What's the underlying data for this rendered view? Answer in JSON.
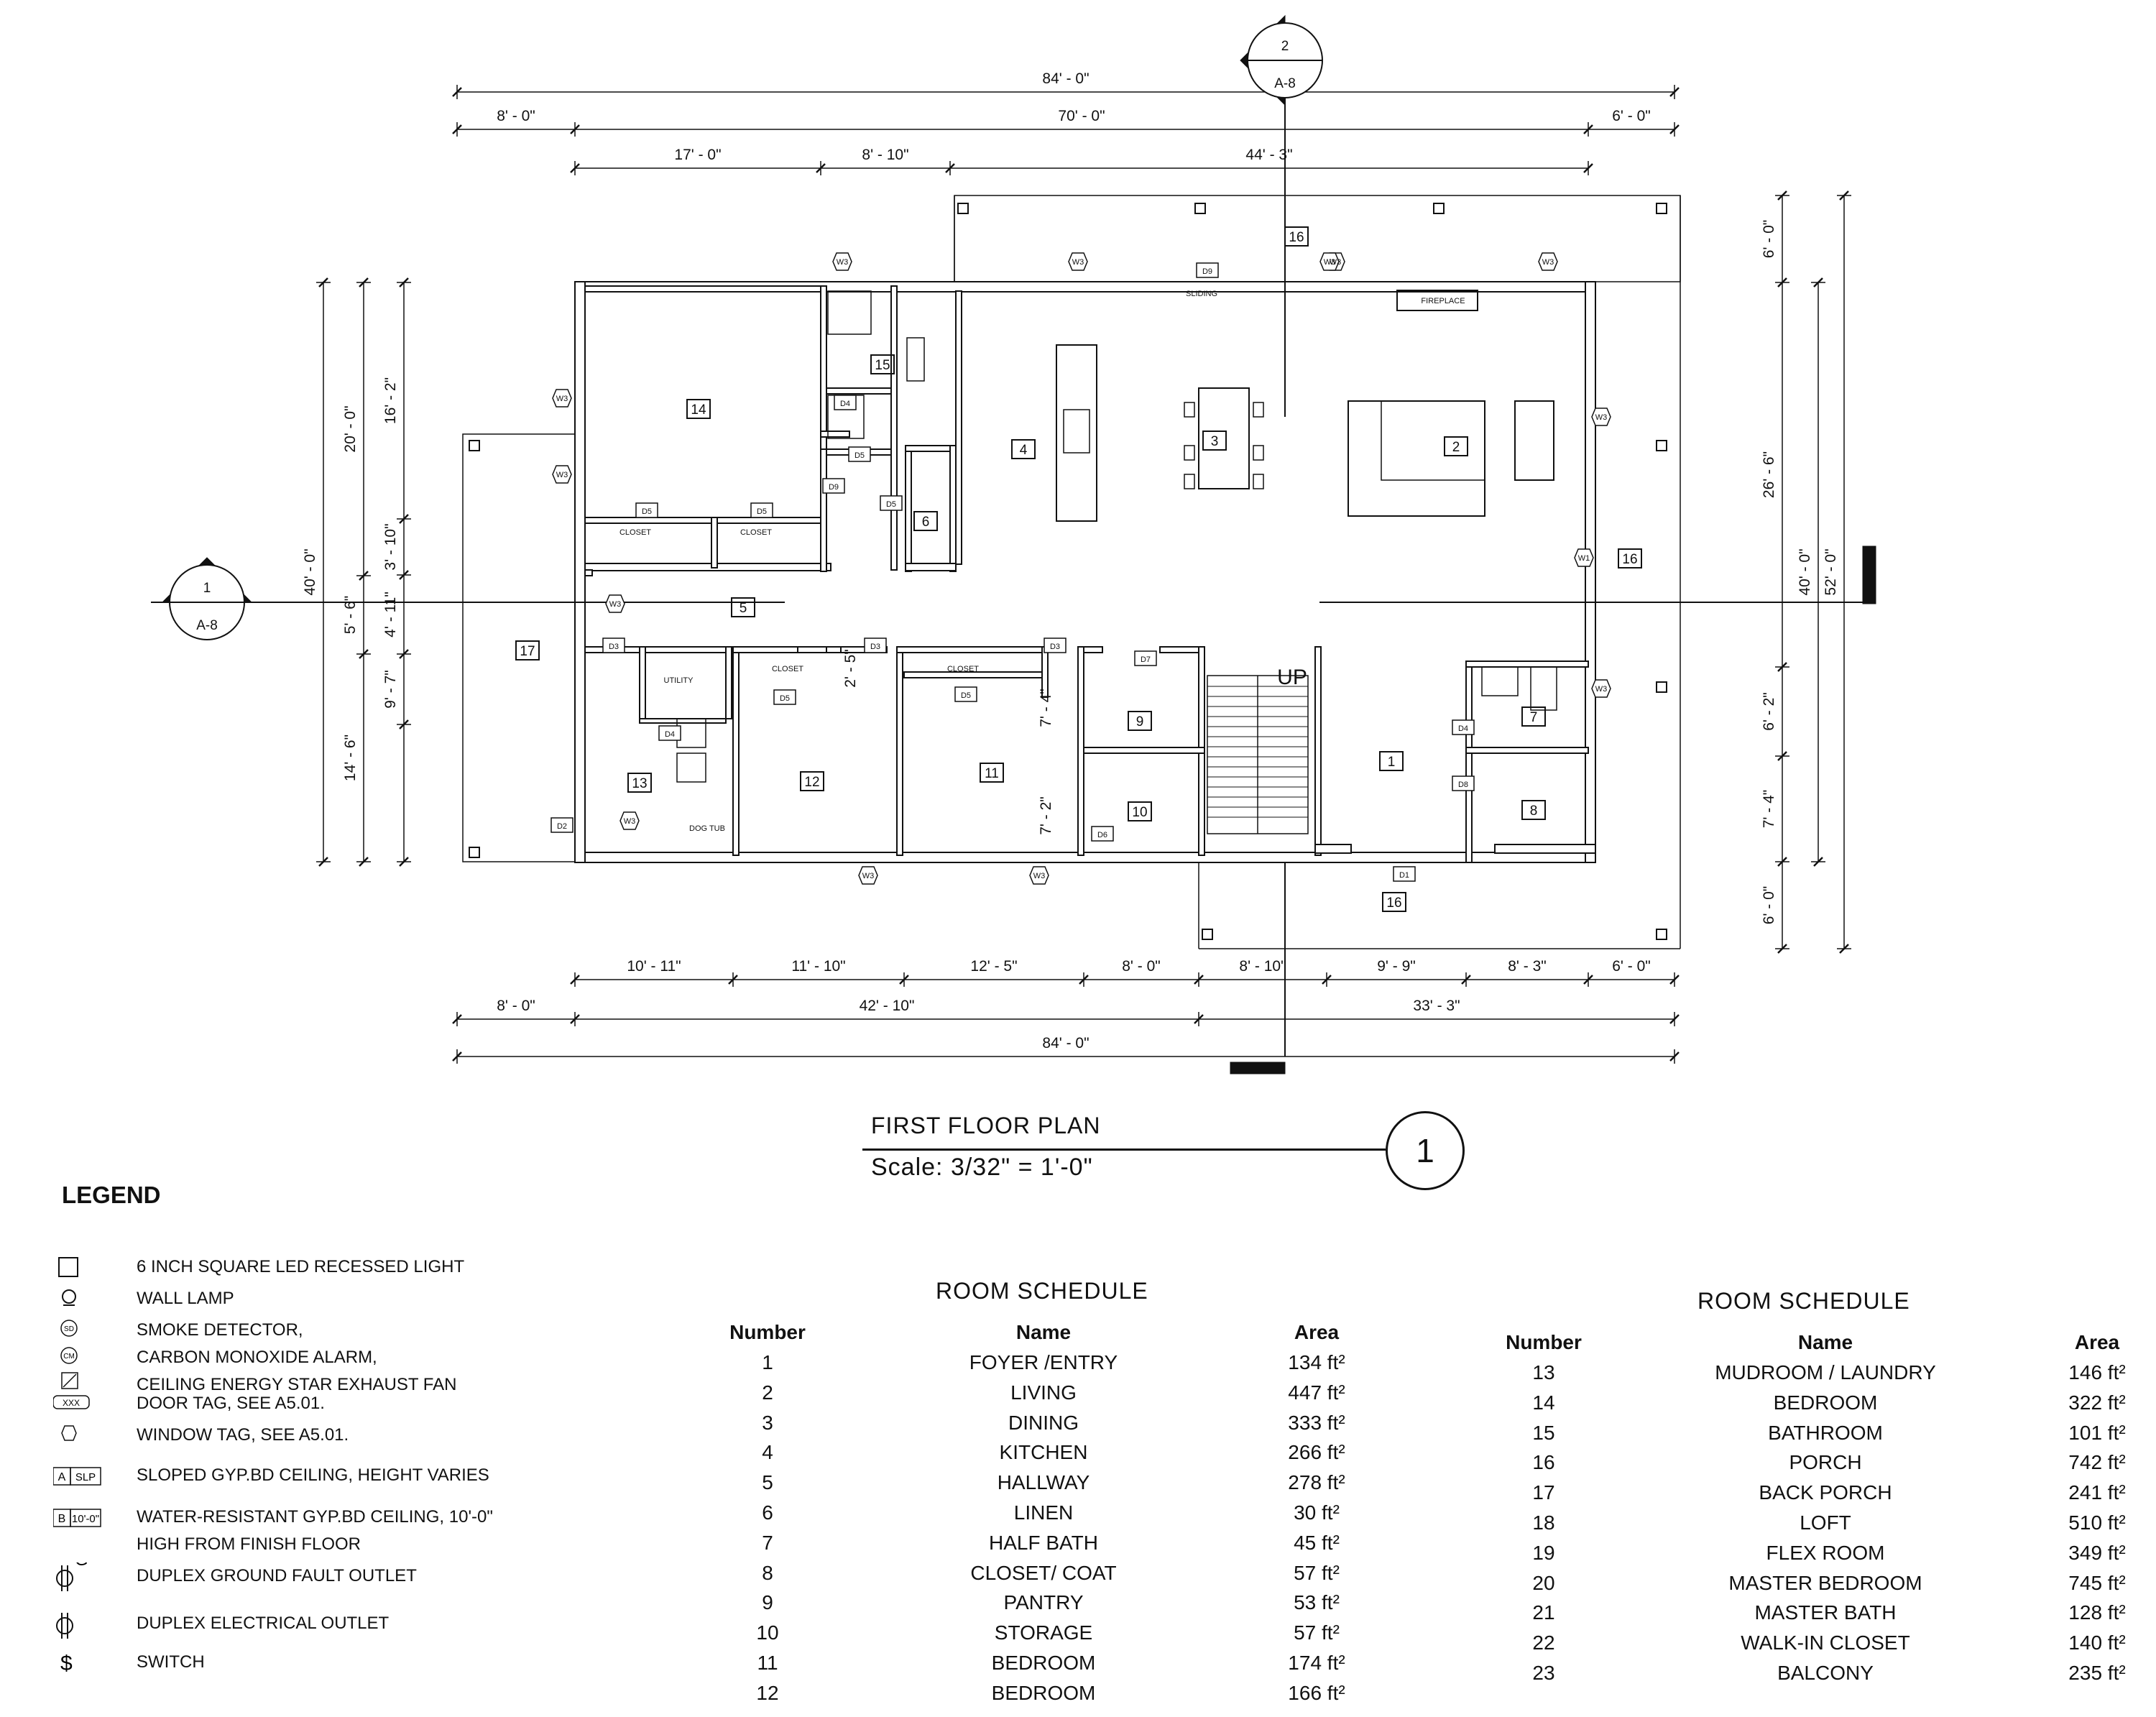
{
  "plan": {
    "title": "FIRST FLOOR PLAN",
    "scale": "Scale:  3/32\" = 1'-0\"",
    "number": "1",
    "up_label": "UP",
    "section_markers": [
      {
        "number": "1",
        "sheet": "A-8"
      },
      {
        "number": "2",
        "sheet": "A-8"
      }
    ],
    "dimensions": {
      "top_overall": "84' - 0\"",
      "top_mid": [
        "8' - 0\"",
        "70' - 0\"",
        "6' - 0\""
      ],
      "top_inner": [
        "17' - 0\"",
        "8' - 10\"",
        "44' - 3\""
      ],
      "bottom_inner": [
        "10' - 11\"",
        "11' - 10\"",
        "12' - 5\"",
        "8' - 0\"",
        "8' - 10\"",
        "9' - 9\"",
        "8' - 3\"",
        "6' - 0\""
      ],
      "bottom_mid": [
        "8' - 0\"",
        "42' - 10\"",
        "33' - 3\""
      ],
      "bottom_overall": "84' - 0\"",
      "left_outer": [
        "20' - 0\"",
        "5' - 6\"",
        "14' - 6\""
      ],
      "left_total": "40' - 0\"",
      "left_inner": [
        "16' - 2\"",
        "3' - 10\"",
        "4' - 11\"",
        "9' - 7\""
      ],
      "right_inner": [
        "6' - 0\"",
        "26' - 6\"",
        "6' - 2\"",
        "7' - 4\"",
        "6' - 0\""
      ],
      "right_total": "40' - 0\"",
      "right_overall": "52' - 0\"",
      "interior": [
        "7' - 4\"",
        "7' - 2\"",
        "2' - 5\""
      ]
    },
    "rooms": [
      {
        "n": "1"
      },
      {
        "n": "2"
      },
      {
        "n": "3"
      },
      {
        "n": "4"
      },
      {
        "n": "5"
      },
      {
        "n": "6"
      },
      {
        "n": "7"
      },
      {
        "n": "8"
      },
      {
        "n": "9"
      },
      {
        "n": "10"
      },
      {
        "n": "11"
      },
      {
        "n": "12"
      },
      {
        "n": "13"
      },
      {
        "n": "14"
      },
      {
        "n": "15"
      },
      {
        "n": "16"
      },
      {
        "n": "16"
      },
      {
        "n": "16"
      },
      {
        "n": "17"
      }
    ],
    "labels": [
      "CLOSET",
      "CLOSET",
      "UTILITY",
      "CLOSET",
      "CLOSET",
      "FIREPLACE",
      "SLIDING",
      "DOG TUB"
    ],
    "door_tags": [
      "D1",
      "D2",
      "D3",
      "D3",
      "D3",
      "D4",
      "D4",
      "D4",
      "D5",
      "D5",
      "D5",
      "D5",
      "D5",
      "D5",
      "D6",
      "D7",
      "D8",
      "D9",
      "D9"
    ],
    "window_tags": [
      "W3",
      "W3",
      "W3",
      "W3",
      "W3",
      "W3",
      "W3",
      "W3",
      "W3",
      "W3",
      "W3",
      "W3",
      "W1",
      "W3"
    ]
  },
  "legend": {
    "title": "LEGEND",
    "items": [
      {
        "icon": "square-light-icon",
        "text": "6 INCH SQUARE LED RECESSED LIGHT"
      },
      {
        "icon": "wall-lamp-icon",
        "text": "WALL LAMP"
      },
      {
        "icon": "detector-icon",
        "text": "SMOKE DETECTOR,\nCARBON MONOXIDE ALARM,\nCEILING ENERGY STAR EXHAUST FAN",
        "symbols": [
          "SD",
          "CM"
        ]
      },
      {
        "icon": "door-tag-icon",
        "text": "DOOR TAG, SEE A5.01.",
        "symbol": "XXX"
      },
      {
        "icon": "window-tag-icon",
        "text": "WINDOW TAG, SEE A5.01."
      },
      {
        "icon": "ceiling-tag-icon",
        "text": "SLOPED GYP.BD CEILING, HEIGHT VARIES",
        "symbol_a": "A",
        "symbol_b": "SLP"
      },
      {
        "icon": "ceiling-tag-icon",
        "text": "WATER-RESISTANT GYP.BD CEILING, 10'-0\"\nHIGH FROM FINISH FLOOR",
        "symbol_a": "B",
        "symbol_b": "10'-0\""
      },
      {
        "icon": "gfci-outlet-icon",
        "text": "DUPLEX GROUND FAULT OUTLET",
        "symbol": "G"
      },
      {
        "icon": "outlet-icon",
        "text": "DUPLEX ELECTRICAL  OUTLET"
      },
      {
        "icon": "switch-icon",
        "text": "SWITCH",
        "symbol": "$"
      }
    ]
  },
  "schedule_left": {
    "title": "ROOM SCHEDULE",
    "headers": [
      "Number",
      "Name",
      "Area"
    ],
    "rows": [
      [
        "1",
        "FOYER /ENTRY",
        "134 ft²"
      ],
      [
        "2",
        "LIVING",
        "447 ft²"
      ],
      [
        "3",
        "DINING",
        "333 ft²"
      ],
      [
        "4",
        "KITCHEN",
        "266 ft²"
      ],
      [
        "5",
        "HALLWAY",
        "278 ft²"
      ],
      [
        "6",
        "LINEN",
        "30 ft²"
      ],
      [
        "7",
        "HALF BATH",
        "45 ft²"
      ],
      [
        "8",
        "CLOSET/ COAT",
        "57 ft²"
      ],
      [
        "9",
        "PANTRY",
        "53 ft²"
      ],
      [
        "10",
        "STORAGE",
        "57 ft²"
      ],
      [
        "11",
        "BEDROOM",
        "174 ft²"
      ],
      [
        "12",
        "BEDROOM",
        "166 ft²"
      ]
    ]
  },
  "schedule_right": {
    "title": "ROOM SCHEDULE",
    "headers": [
      "Number",
      "Name",
      "Area"
    ],
    "rows": [
      [
        "13",
        "MUDROOM / LAUNDRY",
        "146 ft²"
      ],
      [
        "14",
        "BEDROOM",
        "322 ft²"
      ],
      [
        "15",
        "BATHROOM",
        "101 ft²"
      ],
      [
        "16",
        "PORCH",
        "742 ft²"
      ],
      [
        "17",
        "BACK PORCH",
        "241 ft²"
      ],
      [
        "18",
        "LOFT",
        "510 ft²"
      ],
      [
        "19",
        "FLEX ROOM",
        "349 ft²"
      ],
      [
        "20",
        "MASTER BEDROOM",
        "745 ft²"
      ],
      [
        "21",
        "MASTER BATH",
        "128 ft²"
      ],
      [
        "22",
        "WALK-IN CLOSET",
        "140 ft²"
      ],
      [
        "23",
        "BALCONY",
        "235 ft²"
      ]
    ]
  }
}
